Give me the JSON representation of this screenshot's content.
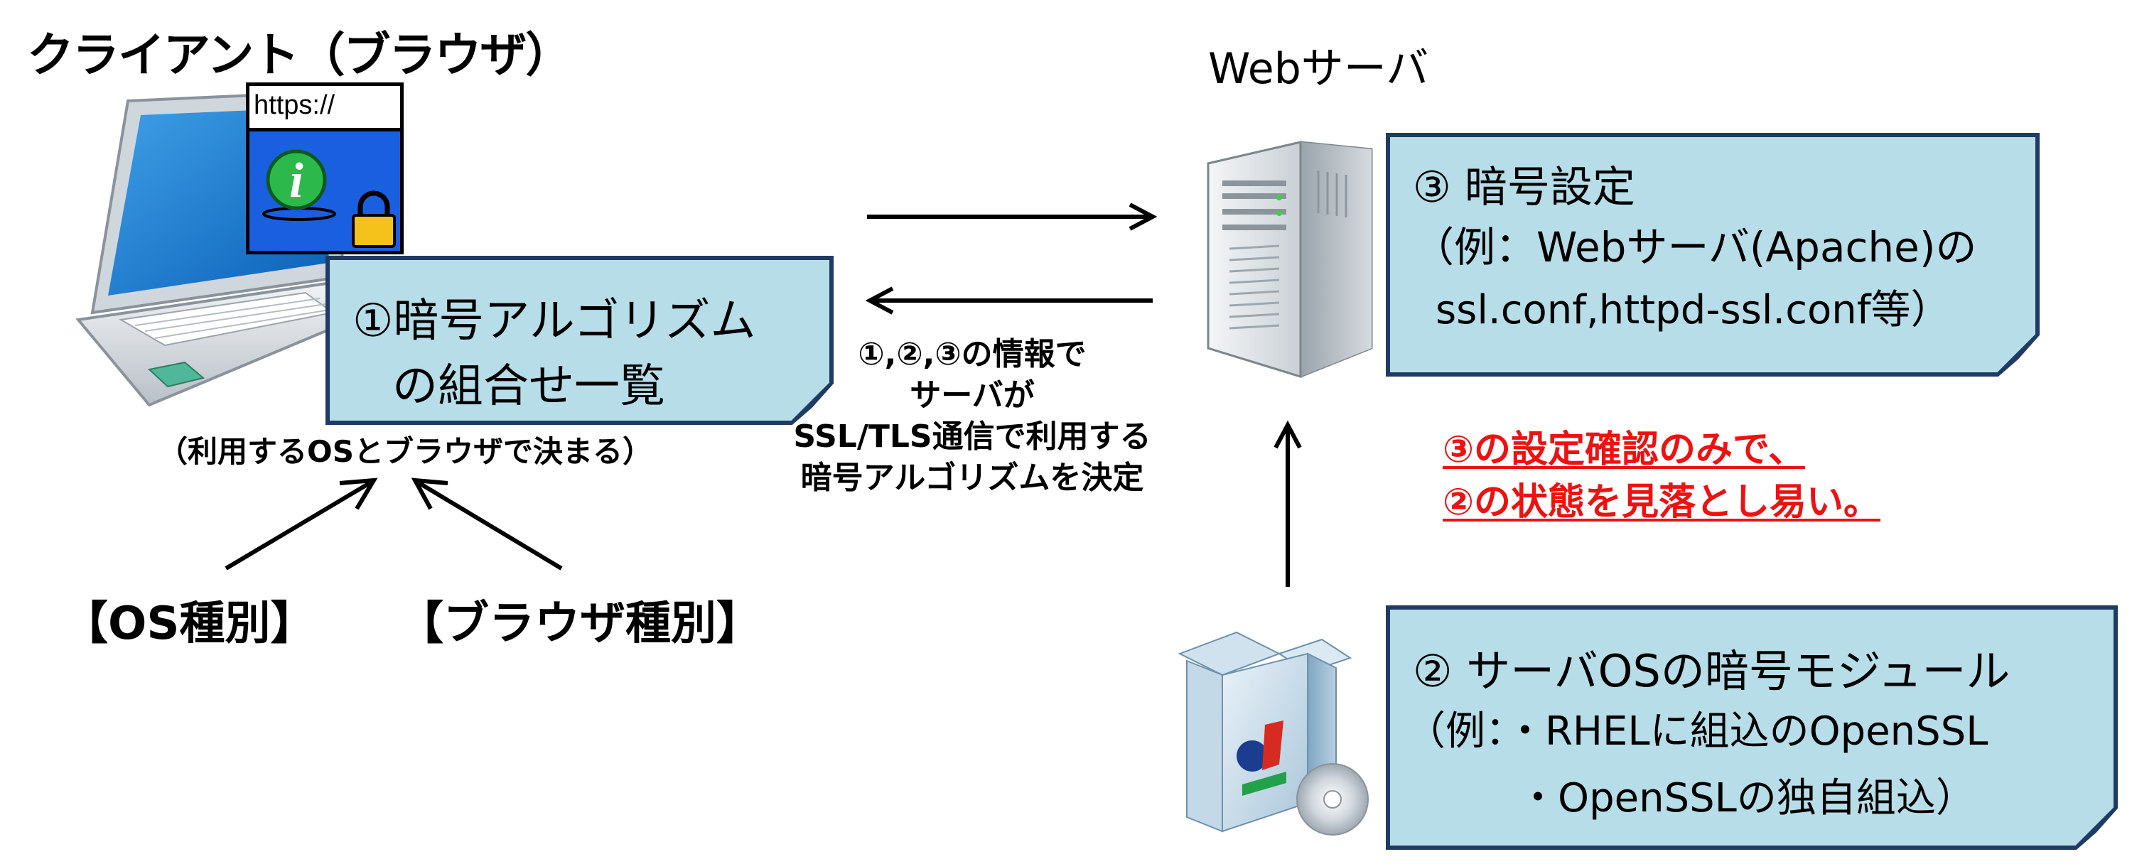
{
  "titles": {
    "client": "クライアント（ブラウザ）",
    "server": "Webサーバ"
  },
  "browser_window": {
    "url": "https://"
  },
  "note_cipher_list": {
    "line1": "①暗号アルゴリズム",
    "line2": "の組合せ一覧",
    "caption": "（利用するOSとブラウザで決まる）"
  },
  "note_cipher_config": {
    "line1": "③ 暗号設定",
    "line2": "（例：Webサーバ(Apache)の",
    "line3": "ssl.conf,httpd-ssl.conf等）"
  },
  "note_server_module": {
    "line1": "② サーバOSの暗号モジュール",
    "line2": "（例：・RHELに組込のOpenSSL",
    "line3": "・OpenSSLの独自組込）"
  },
  "center_description": [
    "①,②,③の情報で",
    "サーバが",
    "SSL/TLS通信で利用する",
    "暗号アルゴリズムを決定"
  ],
  "warning": [
    "③の設定確認のみで、",
    "②の状態を見落とし易い。"
  ],
  "inputs": {
    "os_type": "【OS種別】",
    "browser_type": "【ブラウザ種別】"
  },
  "colors": {
    "note_fill": "#b7dde8",
    "note_border": "#1f3b64",
    "warning": "#ee1111",
    "browser_blue": "#1a5fe0"
  },
  "icons": [
    "laptop-icon",
    "browser-window-icon",
    "info-icon",
    "padlock-icon",
    "server-tower-icon",
    "software-box-icon",
    "cd-disc-icon"
  ]
}
